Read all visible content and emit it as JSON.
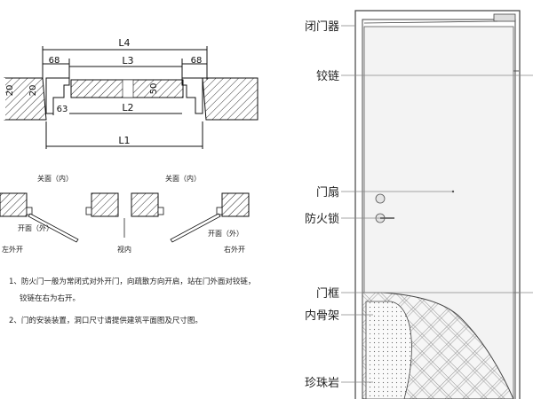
{
  "install_section": {
    "dimensions": {
      "l4": "L4",
      "l3": "L3",
      "l2": "L2",
      "l1": "L1",
      "frame_width_left": "68",
      "frame_width_right": "68",
      "rebate": "63",
      "leaf_thickness": "50",
      "wall_gap_left": "20",
      "wall_gap_right": "20"
    }
  },
  "swing_diagrams": {
    "left": {
      "top_label": "关面（内）",
      "open_label": "开面（外）",
      "bottom_label": "左外开"
    },
    "right": {
      "top_label": "关面（内）",
      "open_label": "开面（外）",
      "bottom_label": "右外开"
    },
    "center_label": "视内"
  },
  "notes": [
    "1、防火门一般为常闭式对外开门，向疏散方向开启，站在门外面对铰链，",
    "铰链在右为右开。",
    "2、门的安装装置，洞口尺寸请提供建筑平面图及尺寸图。"
  ],
  "door_callouts": [
    {
      "id": "closer",
      "text": "闭门器"
    },
    {
      "id": "hinge",
      "text": "铰链"
    },
    {
      "id": "leaf",
      "text": "门扇"
    },
    {
      "id": "lock",
      "text": "防火锁"
    },
    {
      "id": "frame",
      "text": "门框"
    },
    {
      "id": "core",
      "text": "内骨架"
    },
    {
      "id": "perlite",
      "text": "珍珠岩"
    }
  ]
}
